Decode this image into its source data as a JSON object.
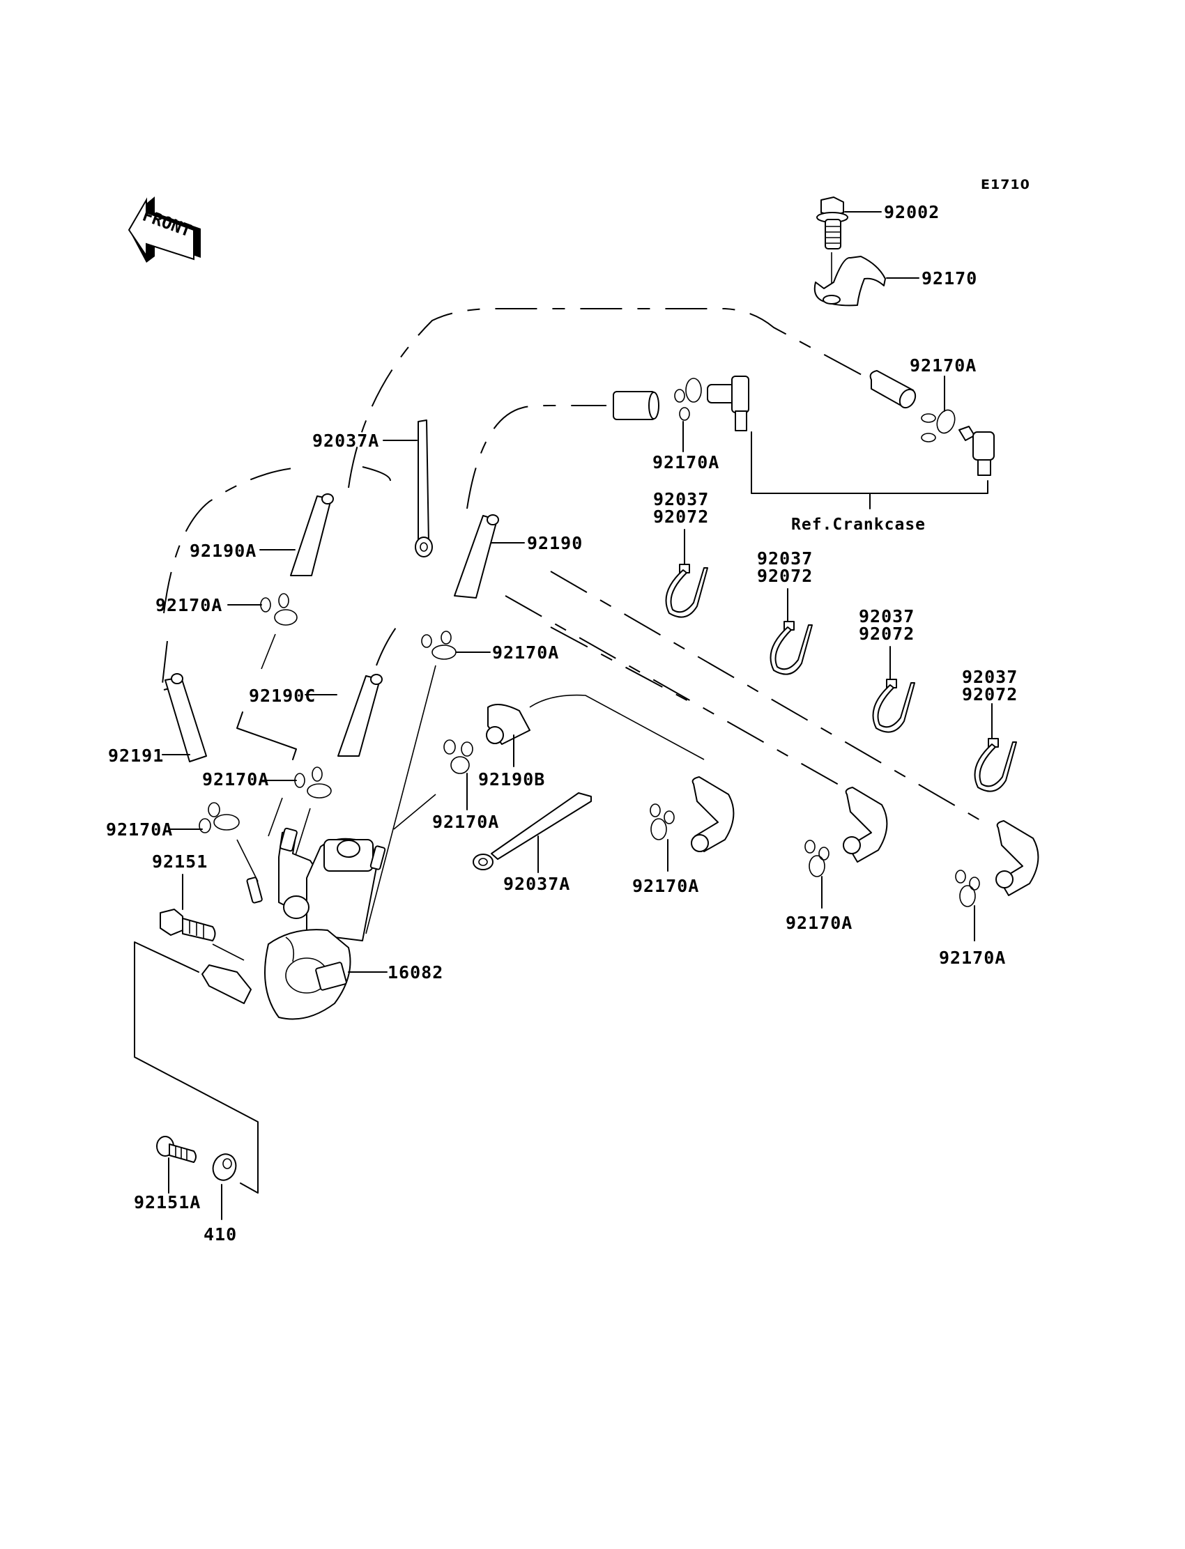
{
  "diagram": {
    "code": "E1710",
    "orientation_label": "FRONT",
    "reference_note": "Ref.Crankcase",
    "callouts": {
      "bolt_top": "92002",
      "clamp_top": "92170",
      "clip_upper_right": "92170A",
      "clip_upper_mid": "92170A",
      "tie_1_a": "92037",
      "tie_1_b": "92072",
      "tie_2_a": "92037",
      "tie_2_b": "92072",
      "tie_3_a": "92037",
      "tie_3_b": "92072",
      "tie_4_a": "92037",
      "tie_4_b": "92072",
      "band_upper": "92037A",
      "hose_92190A": "92190A",
      "hose_92190": "92190",
      "clip_left_1": "92170A",
      "clip_mid_1": "92170A",
      "hose_92190C": "92190C",
      "hose_92191": "92191",
      "clip_left_2": "92170A",
      "clip_left_3": "92170A",
      "hose_92190B": "92190B",
      "clip_mid_2": "92170A",
      "band_lower": "92037A",
      "clip_lower_1": "92170A",
      "clip_lower_2": "92170A",
      "clip_lower_3": "92170A",
      "bolt_92151": "92151",
      "pump": "16082",
      "screw_92151A": "92151A",
      "washer_410": "410"
    }
  }
}
